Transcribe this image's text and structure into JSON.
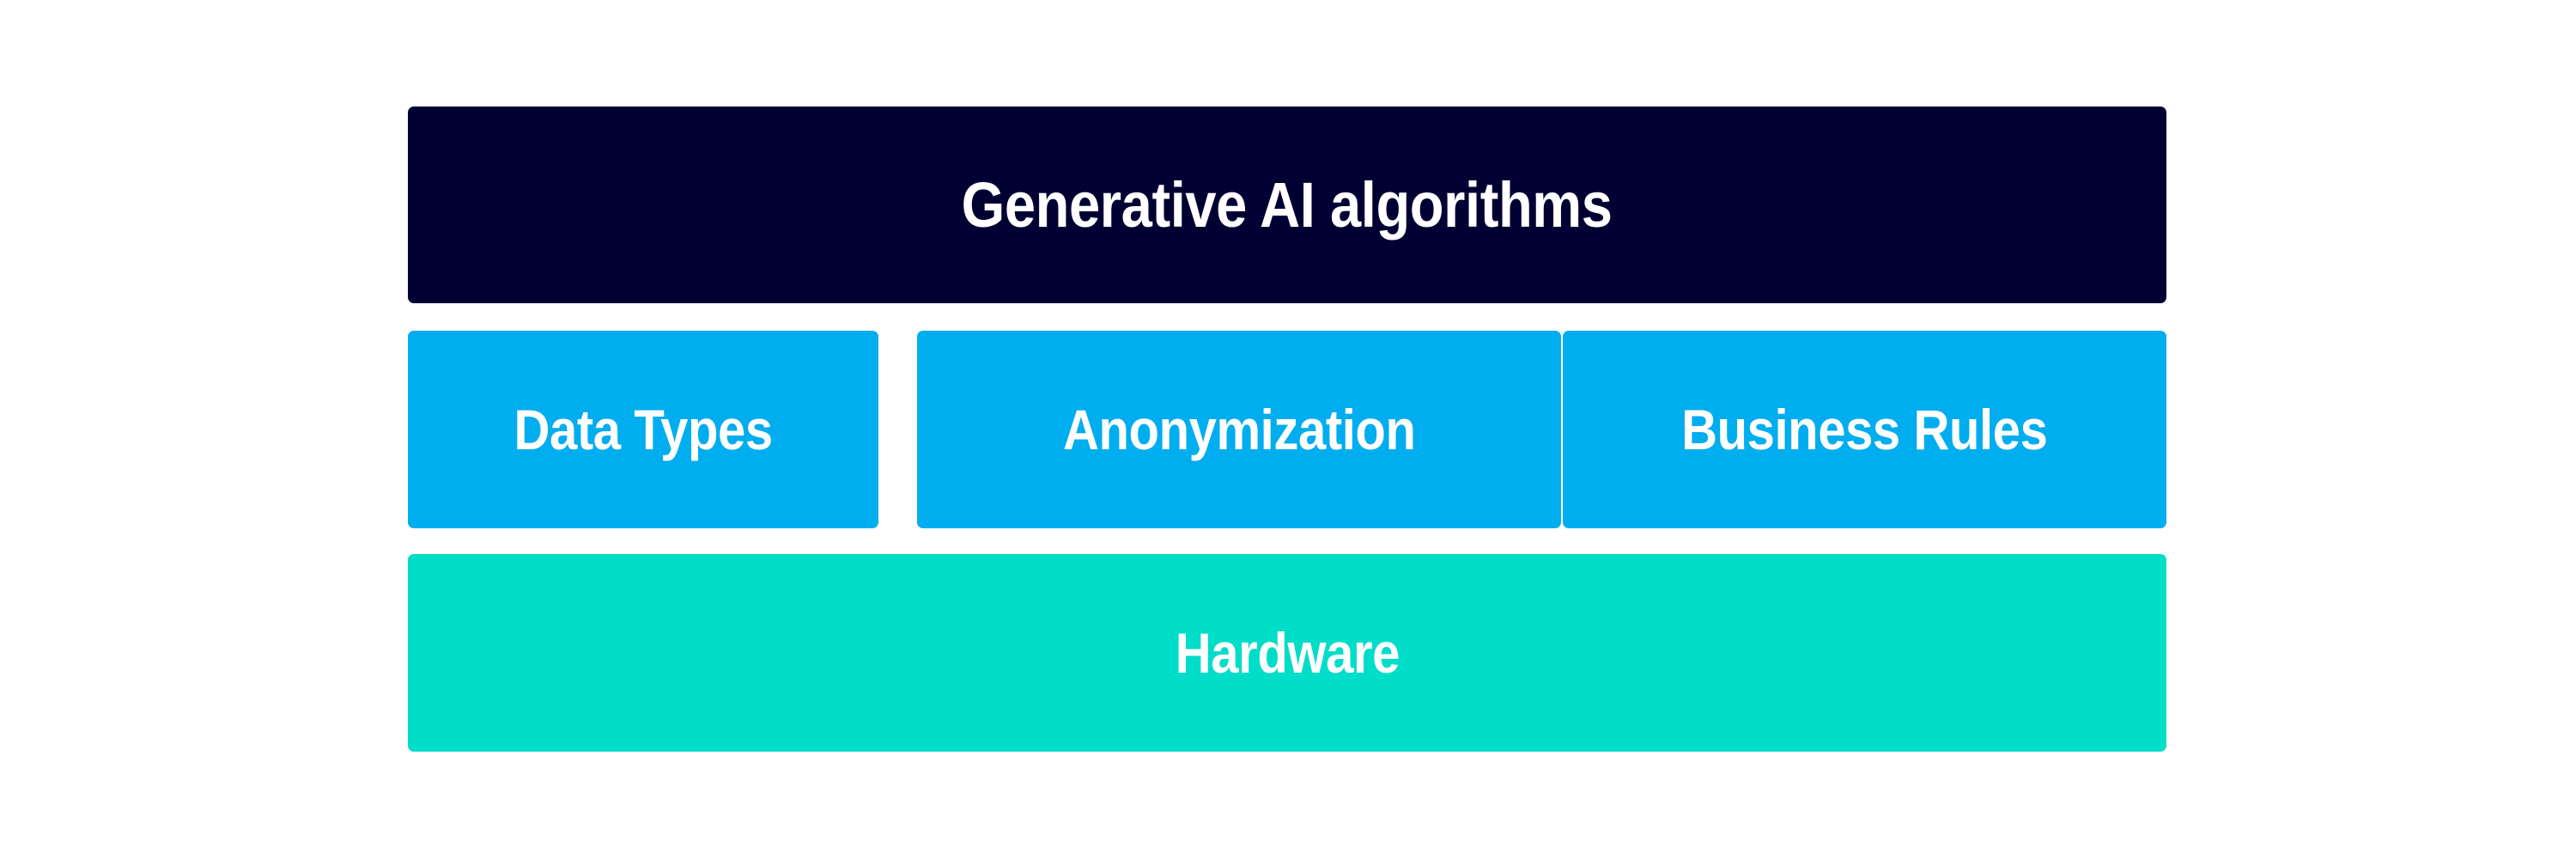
{
  "diagram": {
    "title": "Generative AI algorithms",
    "background_color": "#ffffff",
    "layers": [
      {
        "id": "algorithms",
        "label": "Generative AI algorithms",
        "color": "#000033",
        "text_color": "#ffffff",
        "role": "top-layer"
      },
      {
        "id": "components",
        "role": "middle-row",
        "color": "#00ADEF",
        "text_color": "#ffffff",
        "items": [
          {
            "label": "Data Types"
          },
          {
            "label": "Anonymization"
          },
          {
            "label": "Business Rules"
          }
        ]
      },
      {
        "id": "hardware",
        "label": "Hardware",
        "color": "#00DDC8",
        "text_color": "#ffffff",
        "role": "base-layer"
      }
    ]
  }
}
